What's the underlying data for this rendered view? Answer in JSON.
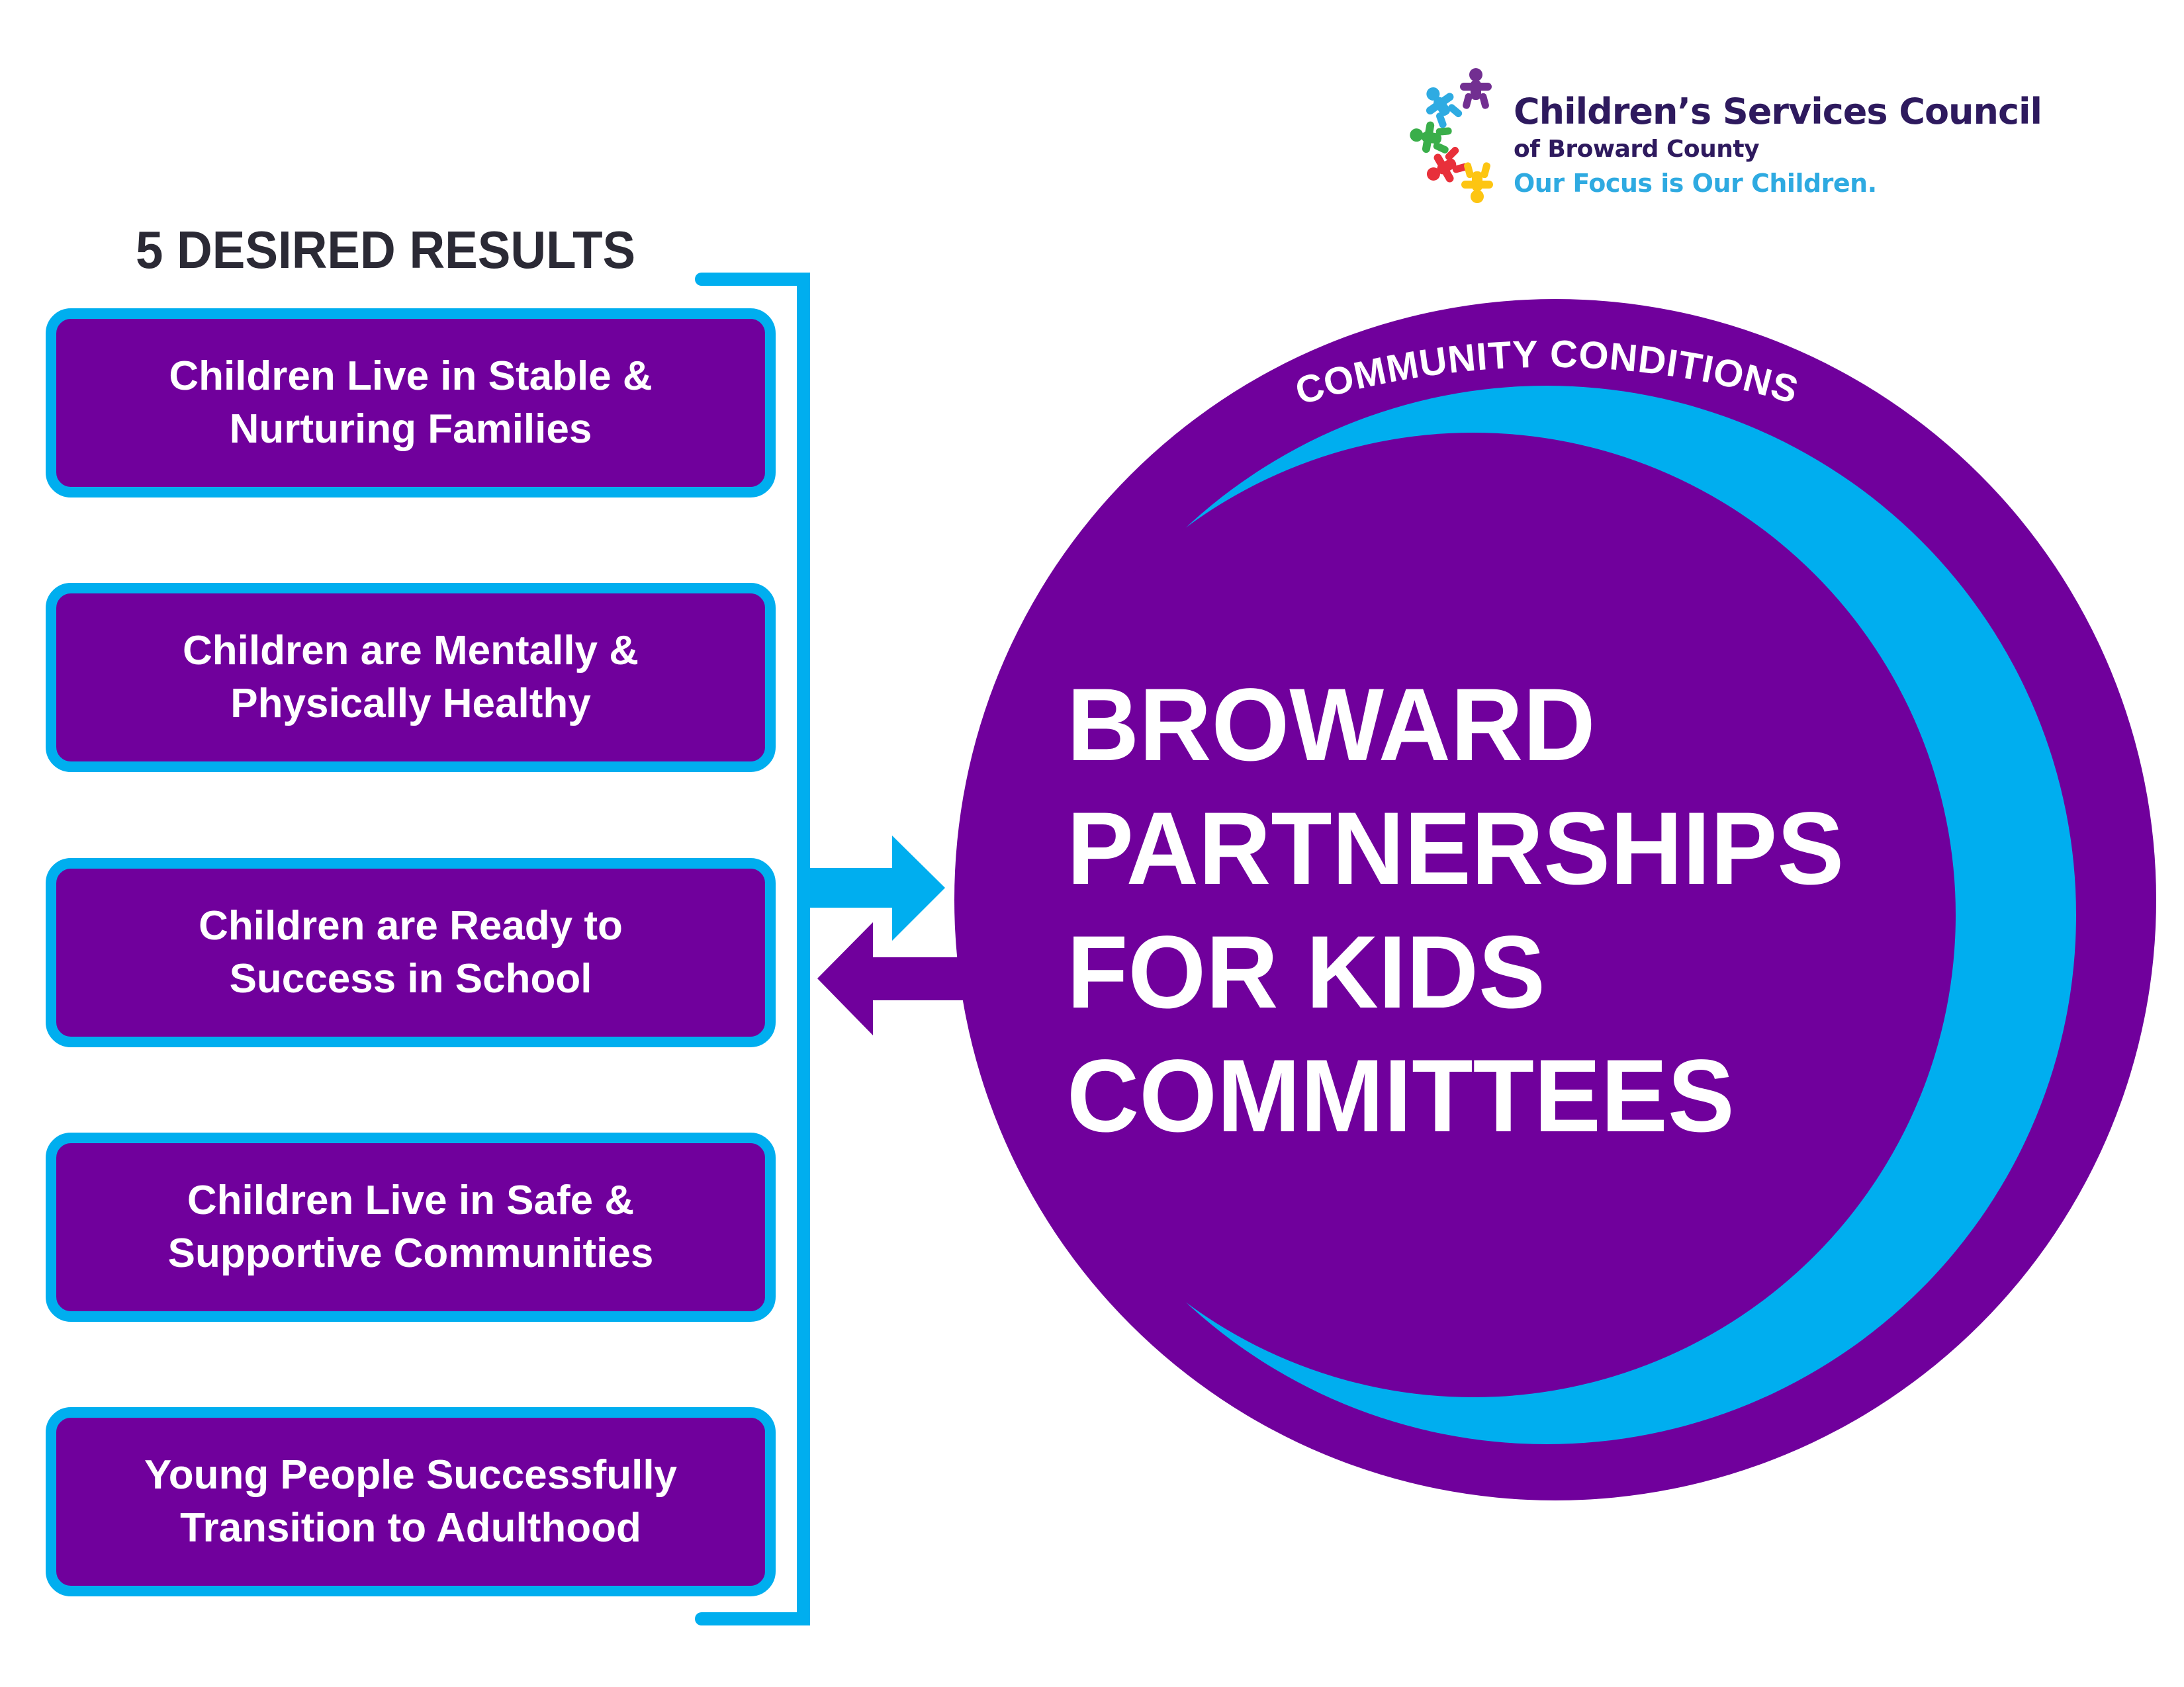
{
  "colors": {
    "purple": "#70009c",
    "cyan": "#00aeef",
    "title_dark": "#2b2a35",
    "logo_navy": "#2e1a5e",
    "logo_blue": "#2eaae1",
    "logo_figures": [
      "#722f91",
      "#2eabe2",
      "#3aae4a",
      "#e8303a",
      "#fdc512"
    ]
  },
  "logo": {
    "icon": "children-figures-logo-icon",
    "line1": "Children’s Services Council",
    "line2": "of Broward County",
    "tagline": "Our Focus is Our Children."
  },
  "results": {
    "title": "5 DESIRED RESULTS",
    "items": [
      {
        "label": "Children Live in Stable &\nNurturing Families"
      },
      {
        "label": "Children are Mentally &\nPhysically Healthy"
      },
      {
        "label": "Children are Ready to\nSuccess in School"
      },
      {
        "label": "Children Live in Safe &\nSupportive Communities"
      },
      {
        "label": "Young People Successfully\nTransition to Adulthood"
      }
    ]
  },
  "circle": {
    "ring_label": "COMMUNITY CONDITIONS",
    "title_lines": [
      "BROWARD",
      "PARTNERSHIPS",
      "FOR KIDS",
      "COMMITTEES"
    ]
  },
  "arrows": {
    "to_circle": "arrow-right-icon",
    "from_circle": "arrow-left-icon"
  }
}
